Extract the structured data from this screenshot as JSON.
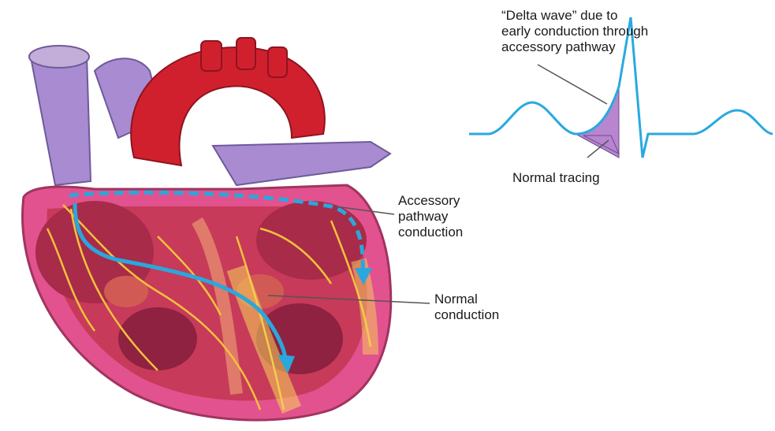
{
  "labels": {
    "delta_wave": [
      "“Delta wave” due to",
      "early conduction through",
      "accessory pathway"
    ],
    "normal_tracing": "Normal tracing",
    "accessory_conduction": [
      "Accessory",
      "pathway",
      "conduction"
    ],
    "normal_conduction": [
      "Normal",
      "conduction"
    ]
  },
  "colors": {
    "tracing_line": "#29a9e0",
    "delta_fill": "#b786cf",
    "heart_outer": "#e2528e",
    "aorta": "#d0202e",
    "veins": "#a88bd1",
    "conduction_fibers": "#f3c23a",
    "arrow": "#2aa7dc"
  }
}
